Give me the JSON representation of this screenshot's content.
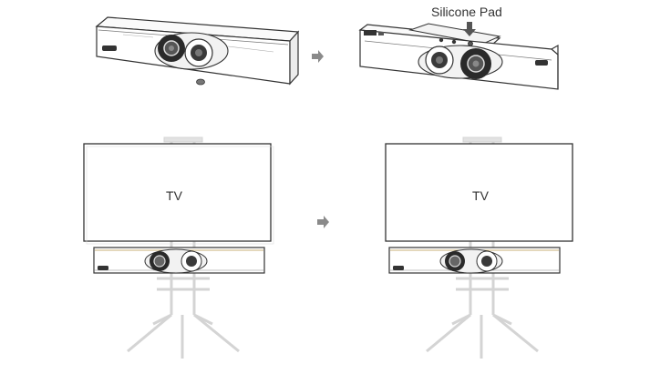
{
  "callout": {
    "label": "Silicone Pad"
  },
  "panels": [
    {
      "tv_label": "TV"
    },
    {
      "tv_label": "TV"
    }
  ],
  "icons": {
    "step_arrow": "arrow-right-icon",
    "pad_pointer": "arrow-down-icon"
  },
  "colors": {
    "line": "#333333",
    "stand": "#d4d4d4",
    "arrow": "#8a8a8a",
    "lens": "#444444",
    "lens_dark": "#1a1a1a"
  }
}
